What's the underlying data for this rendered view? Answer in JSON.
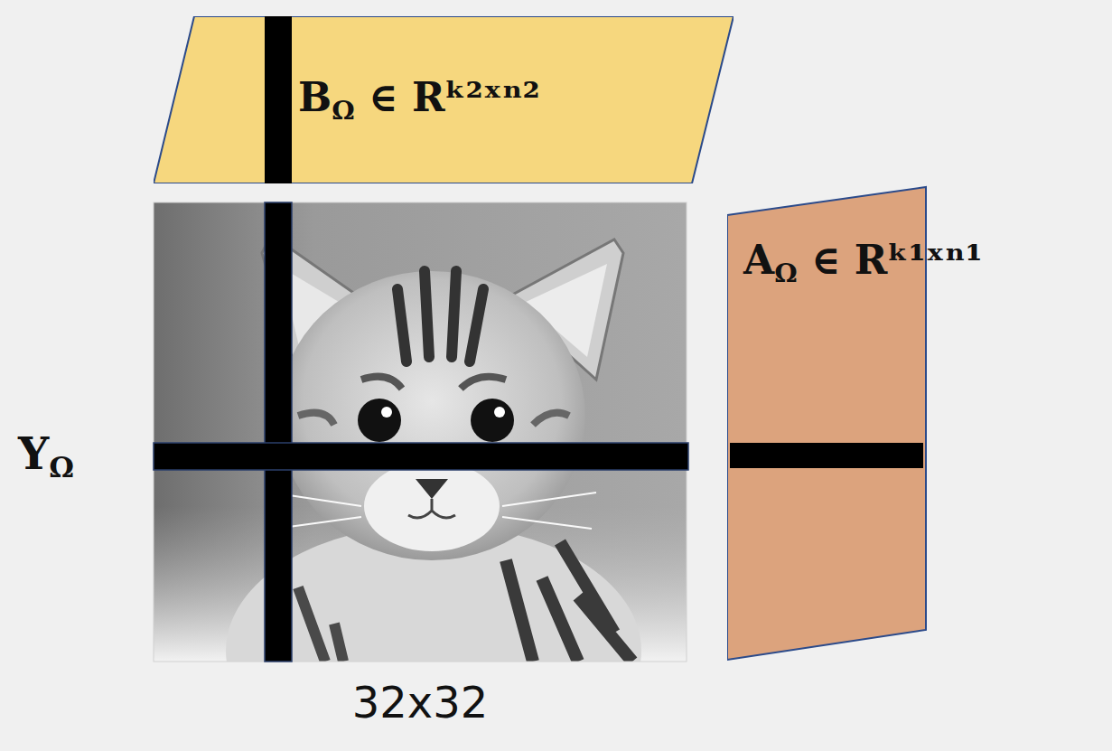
{
  "diagram": {
    "nodes": [
      {
        "text": [
          "BΩ ∈ Rᵏ²ˣⁿ²"
        ]
      },
      {
        "text": [
          "AΩ ∈ Rᵏ¹ˣⁿ¹"
        ]
      }
    ],
    "labels": [
      "YΩ",
      "32x32"
    ]
  }
}
